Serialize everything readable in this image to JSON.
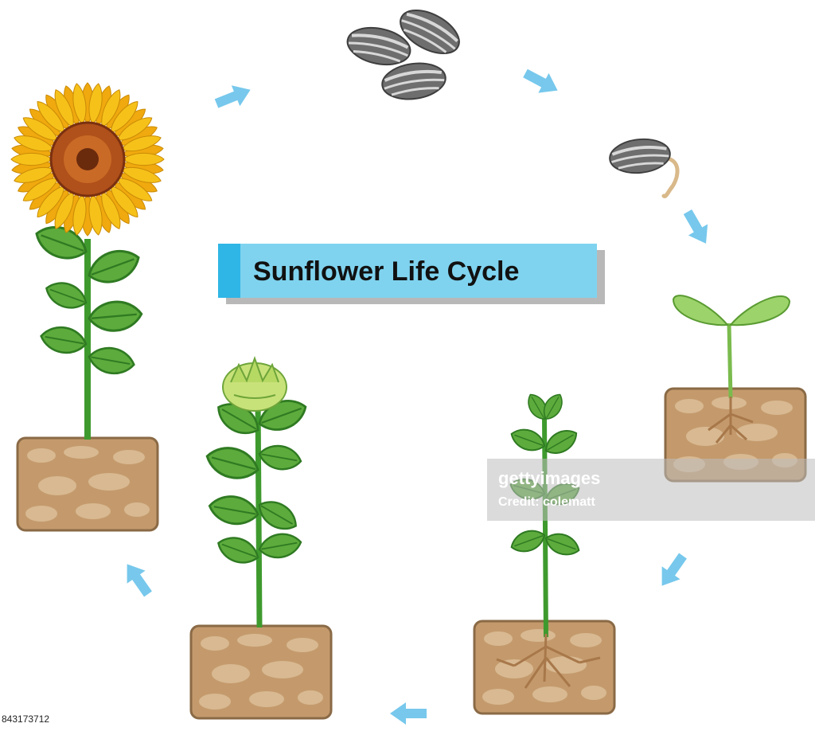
{
  "title": "Sunflower Life Cycle",
  "stages": [
    {
      "name": "seeds"
    },
    {
      "name": "germinating seed"
    },
    {
      "name": "seedling"
    },
    {
      "name": "young plant"
    },
    {
      "name": "budding plant"
    },
    {
      "name": "blooming sunflower"
    }
  ],
  "watermark": {
    "logo": "gettyimages",
    "credit": "Credit: colematt"
  },
  "image_id": "843173712",
  "colors": {
    "arrow": "#77c8ec",
    "title_bg": "#7fd3ef",
    "title_strip": "#2fb6e6",
    "soil": "#c49a6c",
    "leaf": "#5cab3c",
    "stem": "#3f9a2e",
    "petal": "#f6c21a",
    "center": "#b0501a",
    "seed": "#7c7c7c"
  }
}
